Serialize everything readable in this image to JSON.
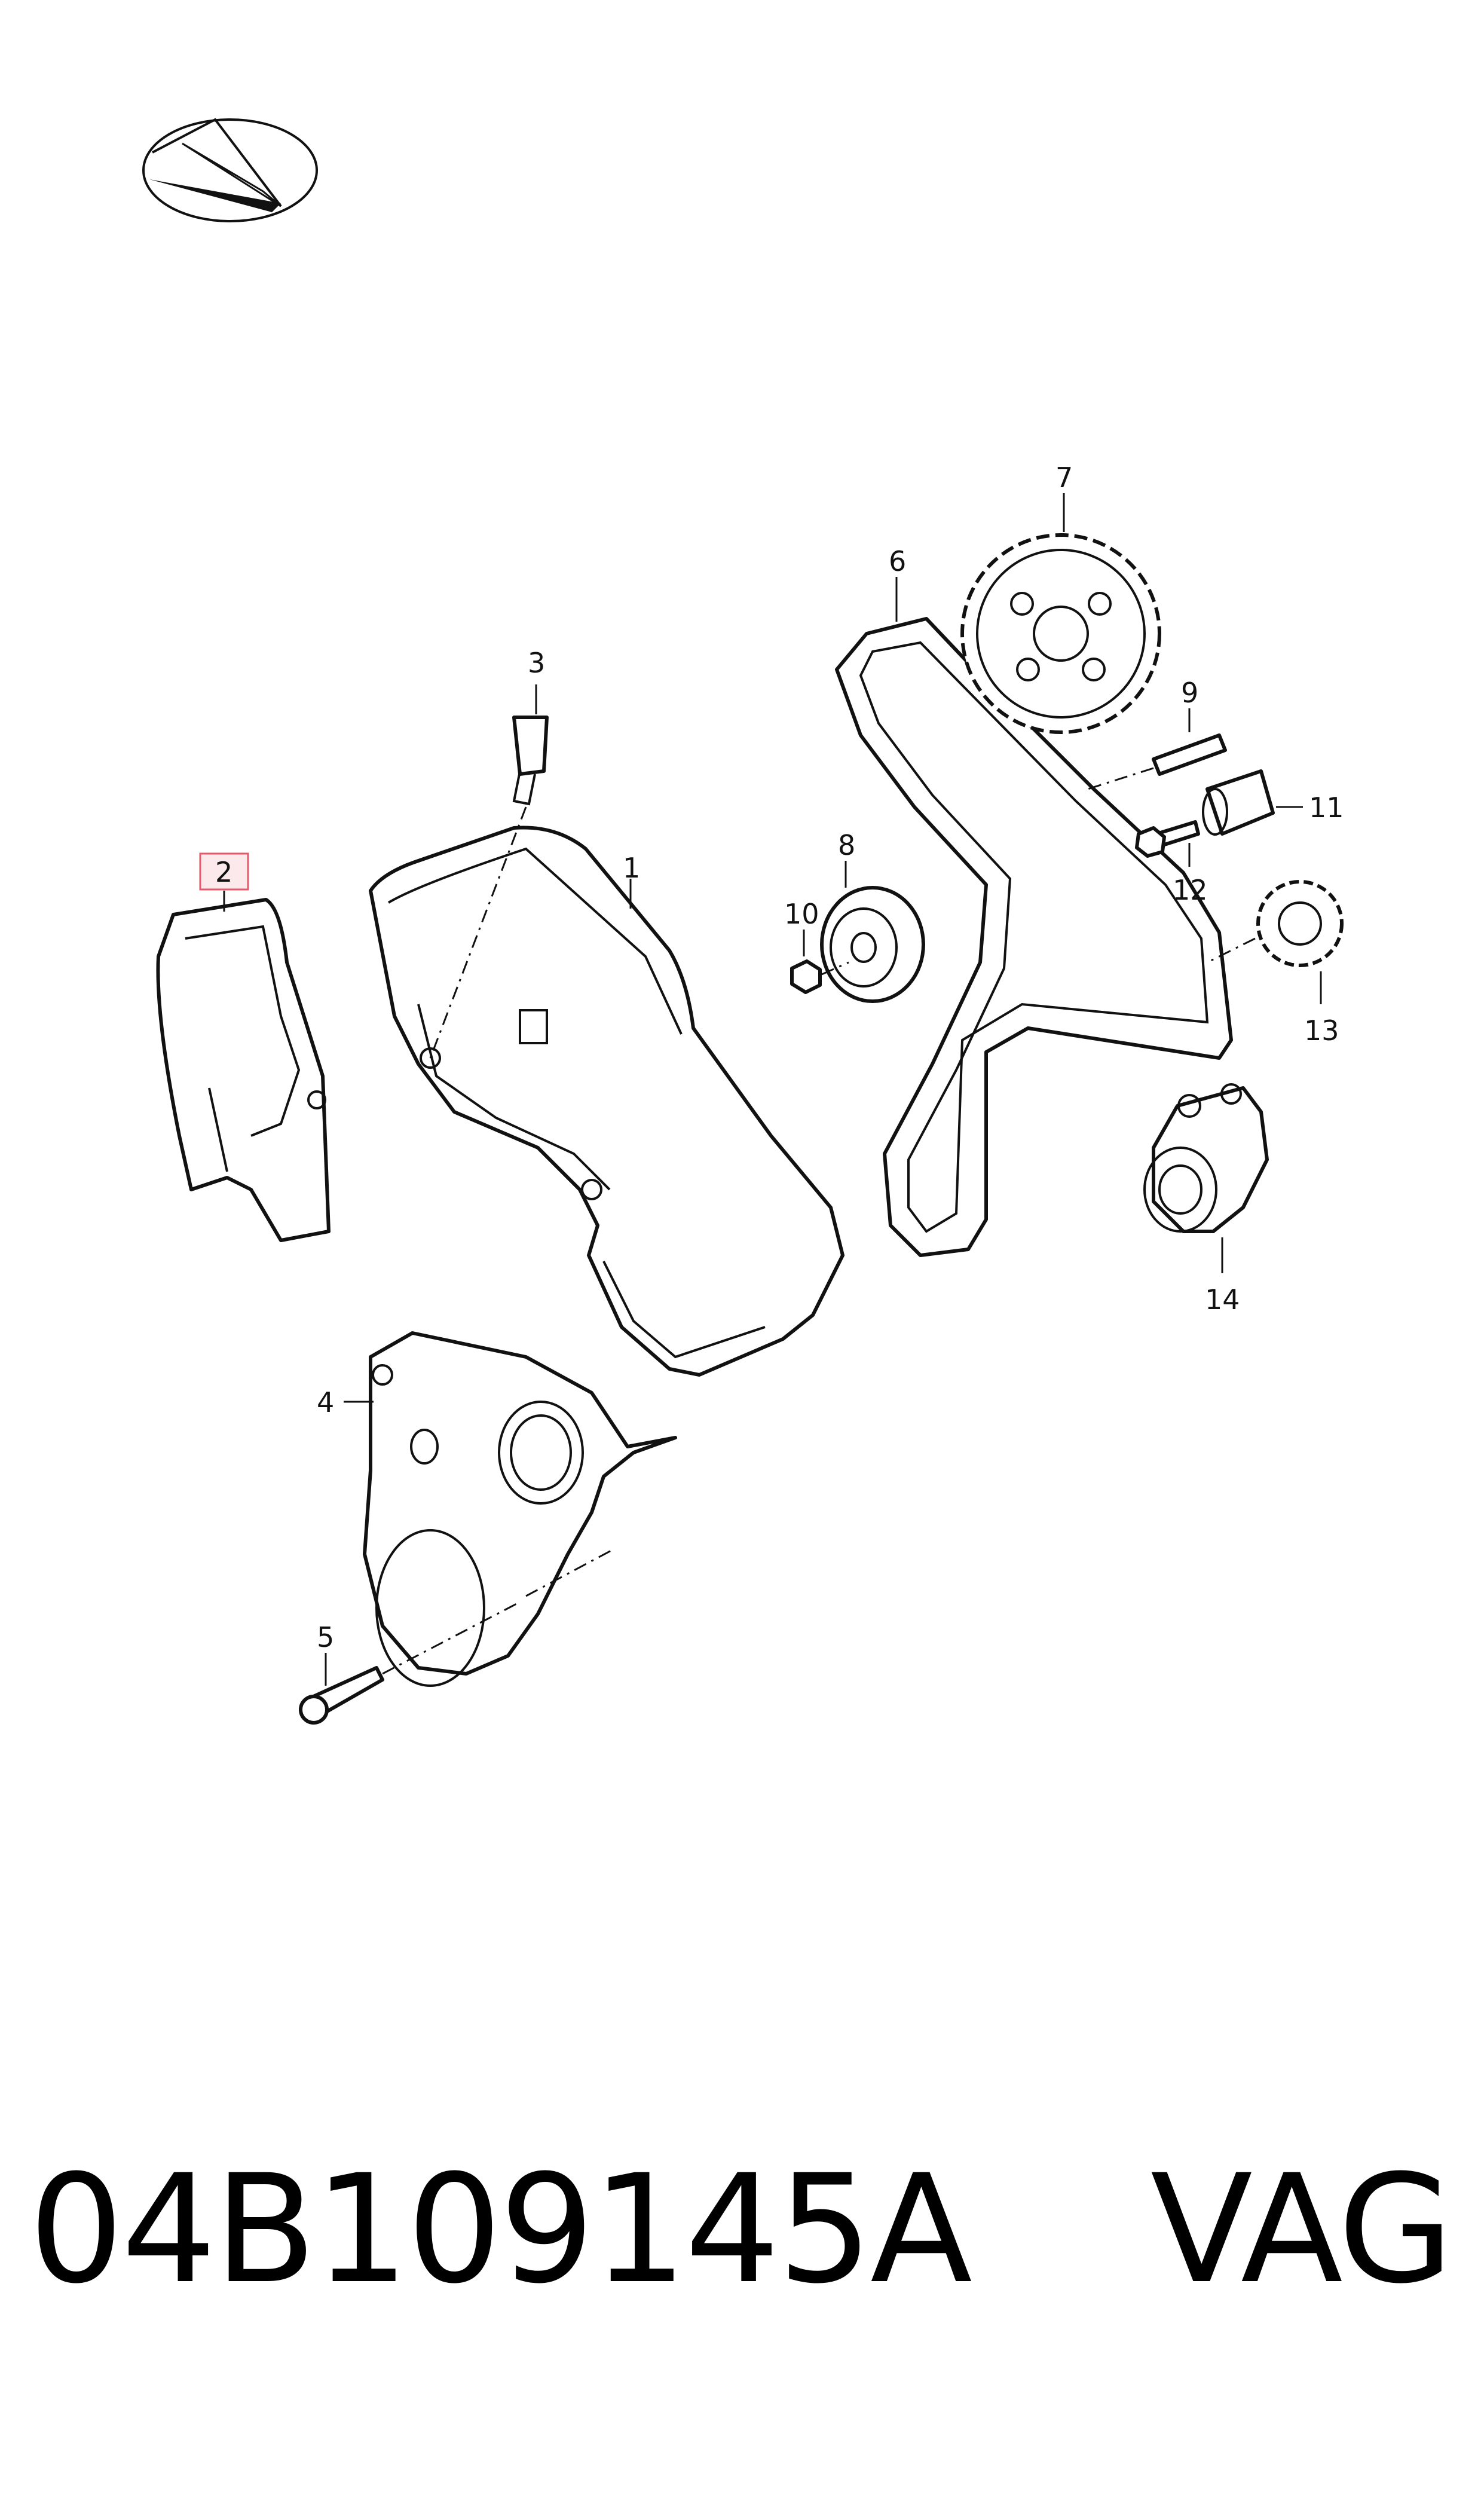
{
  "callouts": {
    "c1": "1",
    "c2": "2",
    "c3": "3",
    "c4": "4",
    "c5": "5",
    "c6": "6",
    "c7": "7",
    "c8": "8",
    "c9": "9",
    "c10": "10",
    "c11": "11",
    "c12": "12",
    "c13": "13",
    "c14": "14"
  },
  "highlight_color": "#e05a6a",
  "caption": {
    "part_number": "04B109145A",
    "brand": "VAG"
  }
}
